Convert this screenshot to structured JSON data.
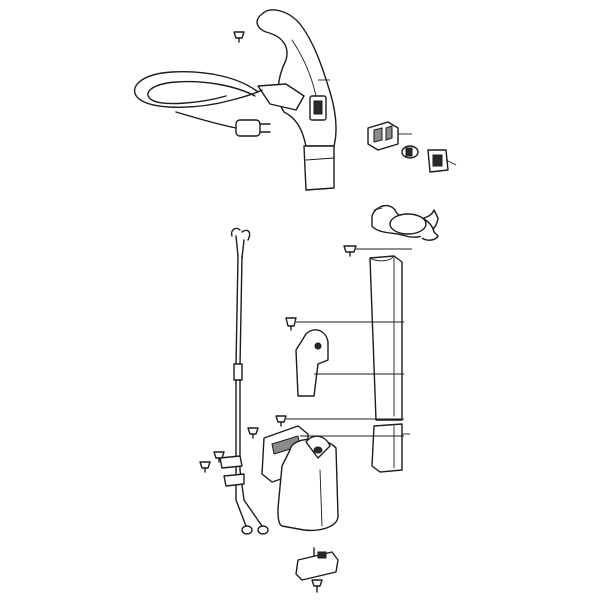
{
  "figure": {
    "parts": [
      {
        "name": "handle-top"
      },
      {
        "name": "power-cord-with-plug"
      },
      {
        "name": "power-switch"
      },
      {
        "name": "switch-button"
      },
      {
        "name": "switch-bezel"
      },
      {
        "name": "tube-clamp"
      },
      {
        "name": "upper-tube"
      },
      {
        "name": "lower-tube"
      },
      {
        "name": "cord-hook"
      },
      {
        "name": "internal-wiring"
      },
      {
        "name": "motor-housing-cover"
      },
      {
        "name": "motor-housing"
      },
      {
        "name": "cable-clip"
      },
      {
        "name": "connector-block"
      },
      {
        "name": "screws"
      }
    ]
  }
}
